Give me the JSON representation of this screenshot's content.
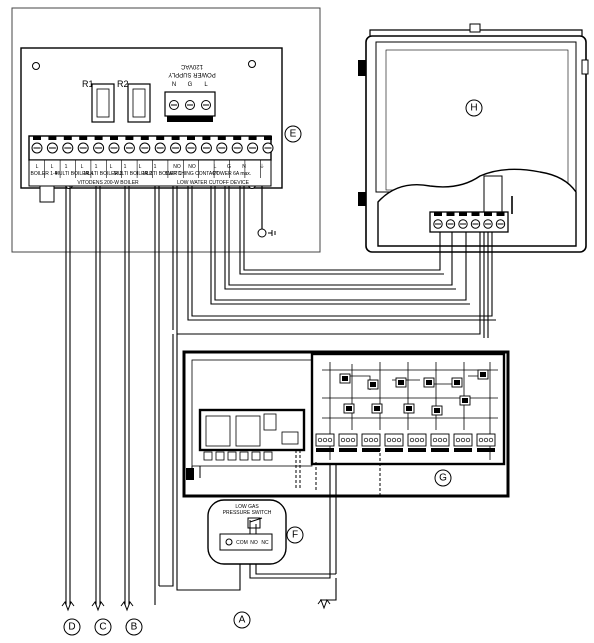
{
  "panel_e": {
    "power_supply_line1": "POWER SUPPLY",
    "power_supply_line2": "120VAC",
    "supply_terminals": [
      "N",
      "G",
      "L"
    ],
    "relay_labels": [
      "R1",
      "R2"
    ],
    "terminal_markings": [
      "L",
      "L",
      "1",
      "L",
      "1",
      "L",
      "1",
      "L",
      "1",
      "NO",
      "NO",
      "L",
      "G",
      "N",
      "⏚"
    ],
    "sub_labels": [
      {
        "text": "BOILER 1-4"
      },
      {
        "text": "MULTI BOILER 4"
      },
      {
        "text": "MULTI BOILER 3"
      },
      {
        "text": "MULTI BOILER 2"
      },
      {
        "text": "MULTI BOILER 1"
      },
      {
        "text": "SWITCHING CONTACT"
      },
      {
        "text": "POWER 6A max."
      }
    ],
    "bottom_line_left": "VITODENS 200-W BOILER",
    "bottom_line_right": "LOW WATER CUTOFF DEVICE"
  },
  "pressure_switch": {
    "title_line1": "LOW GAS",
    "title_line2": "PRESSURE SWITCH",
    "terminals": [
      "COM",
      "NO",
      "NC"
    ]
  },
  "callouts": [
    {
      "id": "A",
      "letter": "A"
    },
    {
      "id": "B",
      "letter": "B"
    },
    {
      "id": "C",
      "letter": "C"
    },
    {
      "id": "D",
      "letter": "D"
    },
    {
      "id": "E",
      "letter": "E"
    },
    {
      "id": "F",
      "letter": "F"
    },
    {
      "id": "G",
      "letter": "G"
    },
    {
      "id": "H",
      "letter": "H"
    }
  ]
}
